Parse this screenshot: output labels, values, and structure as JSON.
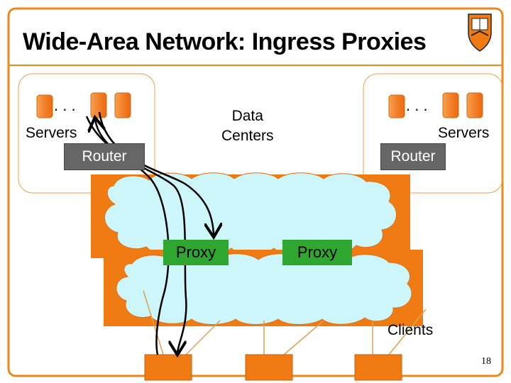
{
  "title": "Wide-Area Network: Ingress Proxies",
  "data_centers_label_line1": "Data",
  "data_centers_label_line2": "Centers",
  "left_site": {
    "servers_label": "Servers",
    "router_label": "Router",
    "ellipsis": ". . ."
  },
  "right_site": {
    "servers_label": "Servers",
    "router_label": "Router",
    "ellipsis": ". . ."
  },
  "proxies": [
    {
      "label": "Proxy"
    },
    {
      "label": "Proxy"
    }
  ],
  "clients_label": "Clients",
  "slide_number": "18",
  "colors": {
    "frame": "#e88a1a",
    "server": "#f4892a",
    "network_bg": "#f07b12",
    "cloud": "#cdf6fb",
    "router": "#666666",
    "proxy": "#2fa62f",
    "client": "#f07b12"
  }
}
